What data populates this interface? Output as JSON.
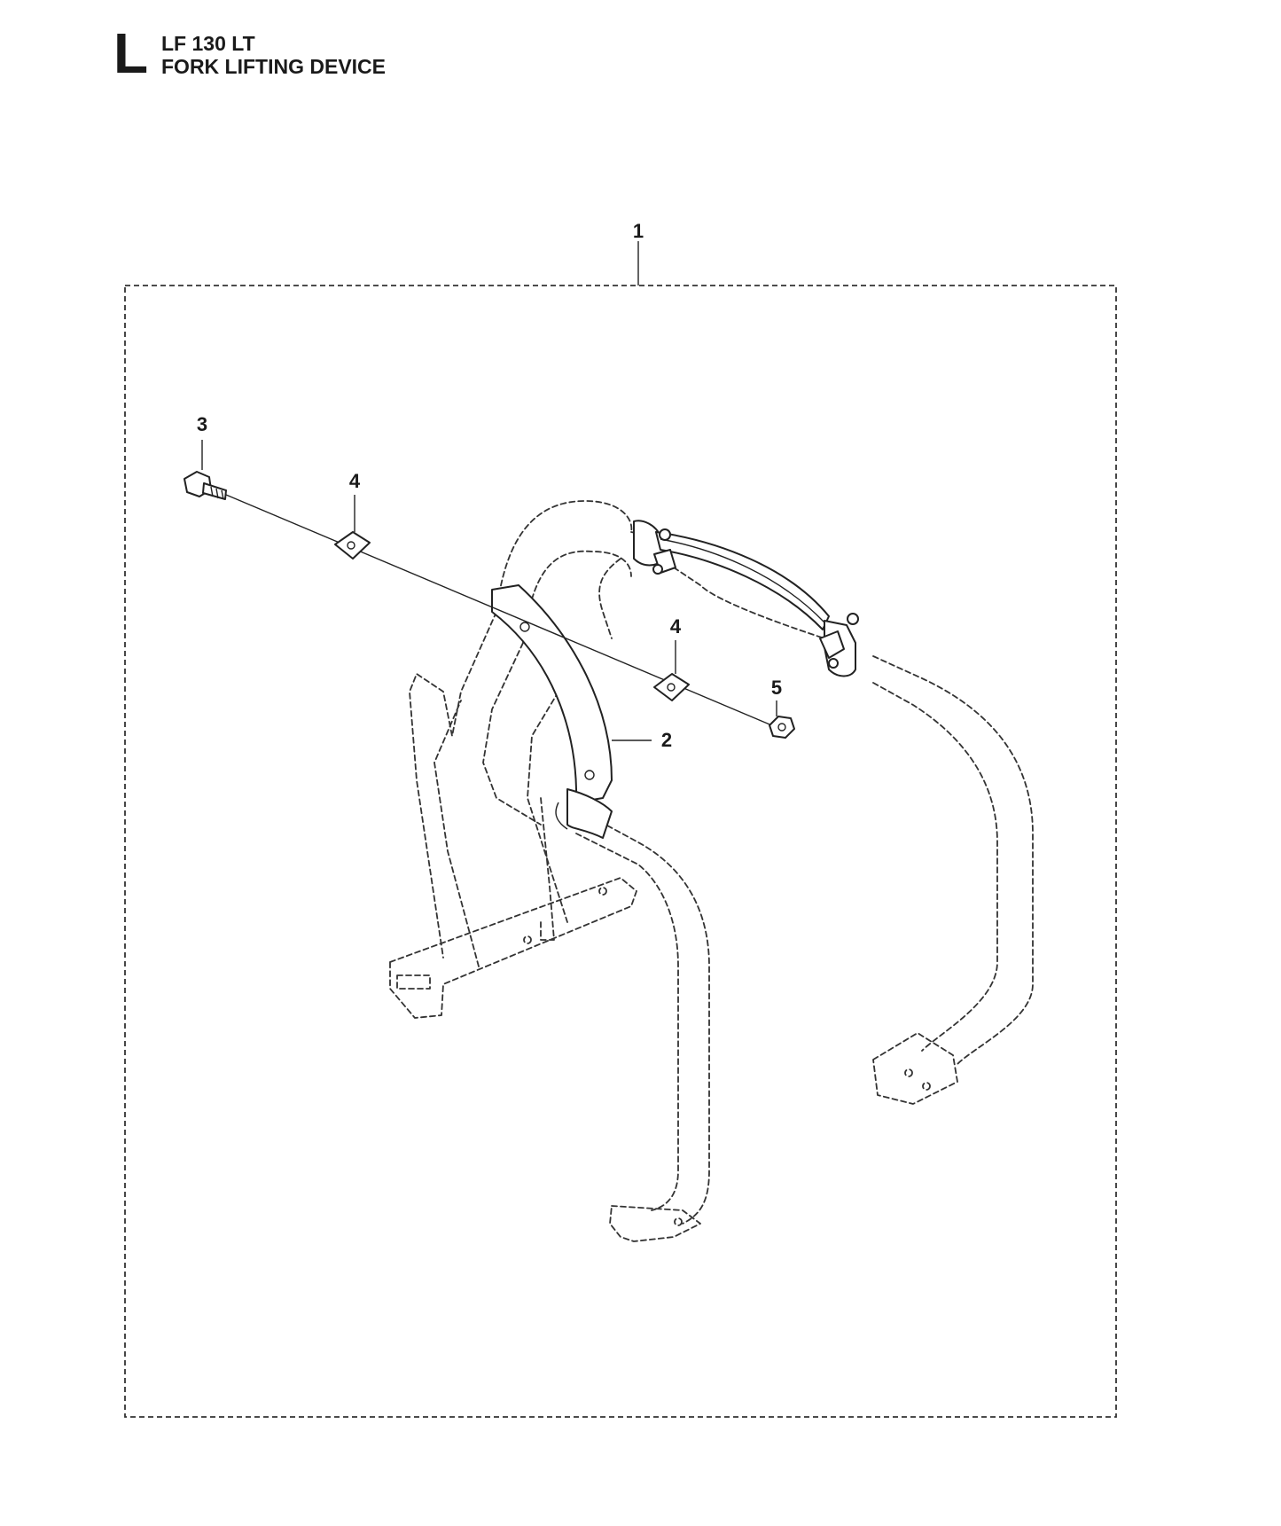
{
  "header": {
    "section_letter": "L",
    "model": "LF 130 LT",
    "title": "FORK LIFTING DEVICE"
  },
  "callouts": {
    "c1": "1",
    "c2": "2",
    "c3": "3",
    "c4a": "4",
    "c4b": "4",
    "c5": "5"
  }
}
